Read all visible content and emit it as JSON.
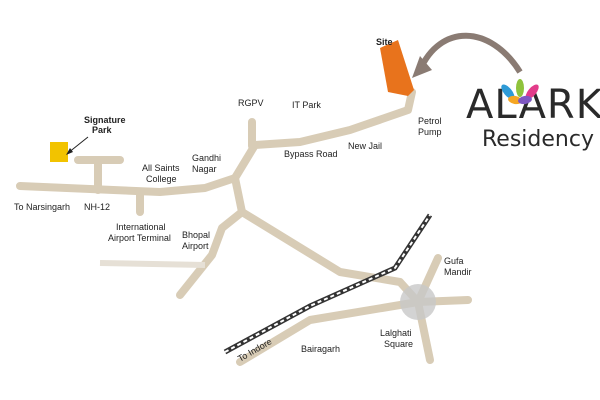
{
  "map": {
    "labels": {
      "site": "Site",
      "signature_park_1": "Signature",
      "signature_park_2": "Park",
      "rgpv": "RGPV",
      "it_park": "IT Park",
      "petrol_pump_1": "Petrol",
      "petrol_pump_2": "Pump",
      "new_jail": "New Jail",
      "bypass_road": "Bypass Road",
      "gandhi_nagar_1": "Gandhi",
      "gandhi_nagar_2": "Nagar",
      "all_saints_1": "All Saints",
      "all_saints_2": "College",
      "to_narsingarh": "To Narsingarh",
      "nh12": "NH-12",
      "airport_terminal_1": "International",
      "airport_terminal_2": "Airport Terminal",
      "bhopal_airport_1": "Bhopal",
      "bhopal_airport_2": "Airport",
      "gufa_mandir_1": "Gufa",
      "gufa_mandir_2": "Mandir",
      "to_indore": "To Indore",
      "bairagarh": "Bairagarh",
      "lalghati_1": "Lalghati",
      "lalghati_2": "Square"
    },
    "colors": {
      "road": "#d8ccb6",
      "site": "#e8731c",
      "signature_park": "#f2c300",
      "arrow": "#8a7b73",
      "roundabout": "#c8c8c8",
      "rail": "#333333"
    }
  },
  "brand": {
    "name": "ALARK",
    "sub": "Residency",
    "logo_colors": [
      "#2e9ad6",
      "#8fc33c",
      "#e23c8a",
      "#f5a623",
      "#7e57c2"
    ]
  }
}
